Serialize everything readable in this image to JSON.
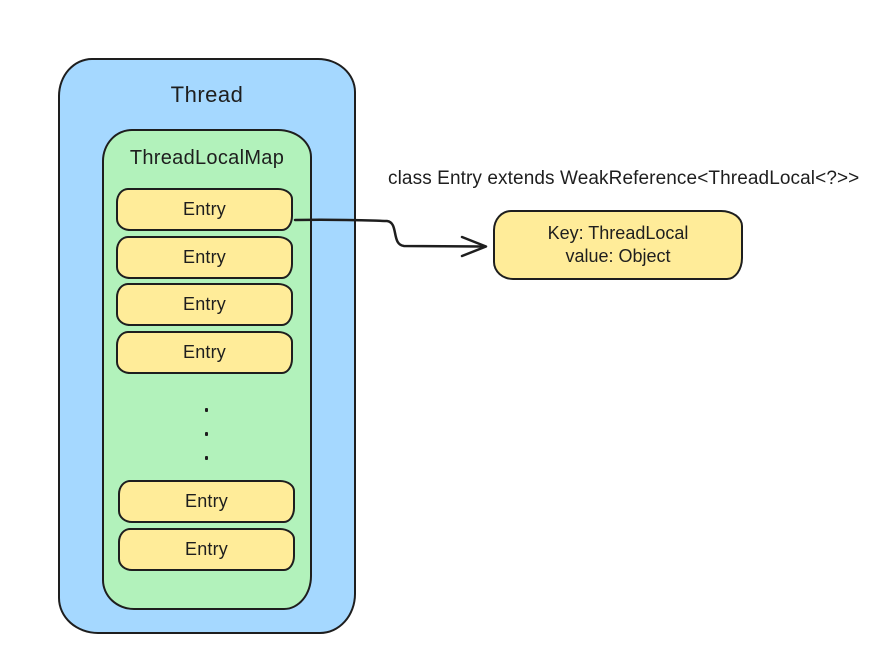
{
  "diagram": {
    "thread": {
      "label": "Thread"
    },
    "thread_local_map": {
      "label": "ThreadLocalMap"
    },
    "top_entries": [
      "Entry",
      "Entry",
      "Entry",
      "Entry"
    ],
    "ellipsis_dots": [
      ".",
      ".",
      "."
    ],
    "bottom_entries": [
      "Entry",
      "Entry"
    ],
    "annotation": "class Entry extends WeakReference<ThreadLocal<?>>",
    "entry_detail": {
      "key_line": "Key: ThreadLocal",
      "value_line": "value: Object"
    },
    "colors": {
      "thread_fill": "#a5d8ff",
      "map_fill": "#b2f2bb",
      "entry_fill": "#ffec99",
      "stroke": "#1e1e1e",
      "background": "#ffffff"
    }
  }
}
